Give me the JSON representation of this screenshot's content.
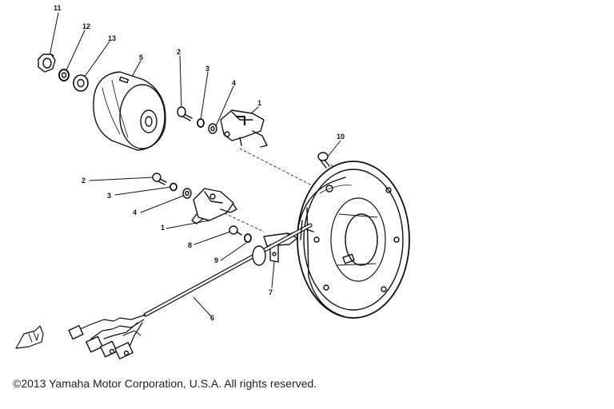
{
  "callouts": [
    "11",
    "12",
    "13",
    "5",
    "2",
    "3",
    "4",
    "1",
    "10",
    "2",
    "3",
    "4",
    "1",
    "8",
    "9",
    "7",
    "6"
  ],
  "copyright": "©2013 Yamaha Motor Corporation, U.S.A. All rights reserved."
}
